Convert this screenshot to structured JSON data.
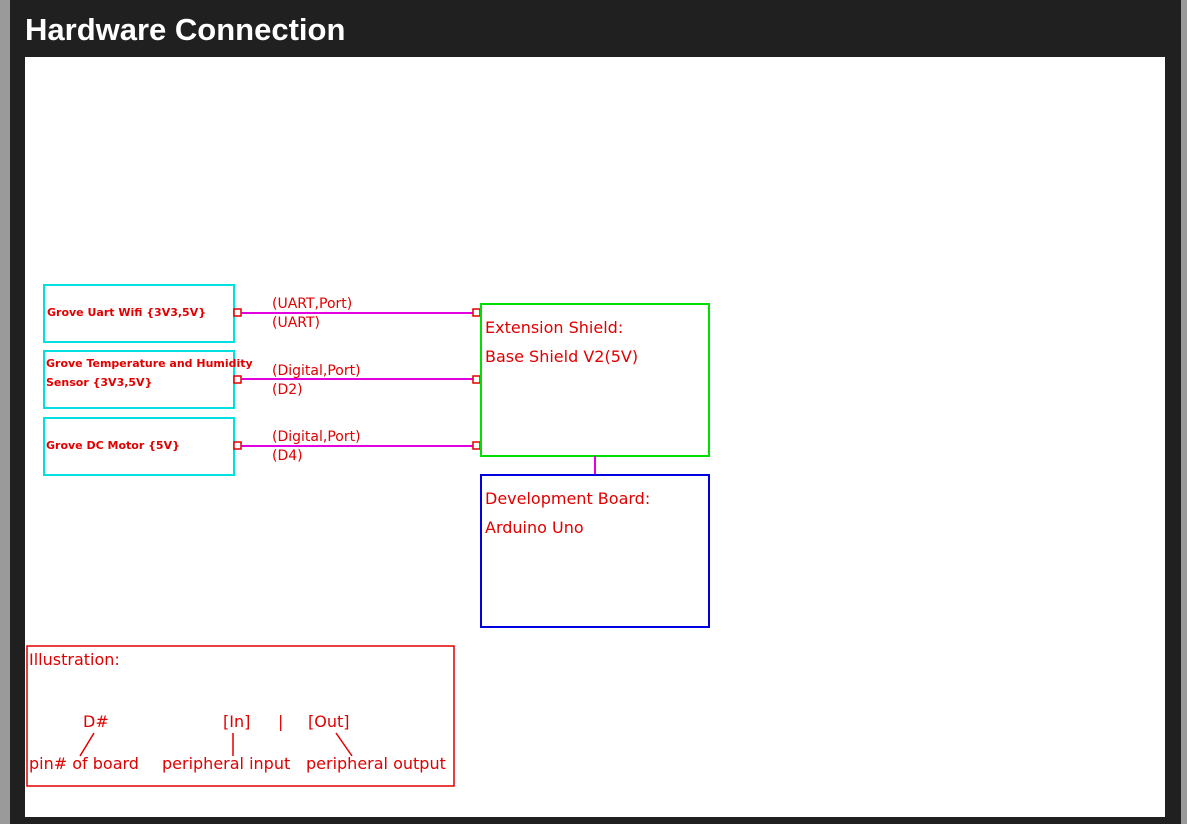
{
  "header": {
    "title": "Hardware Connection"
  },
  "colors": {
    "peripheral_border": "#00e0e0",
    "shield_border": "#00e000",
    "board_border": "#0000e0",
    "wire": "#e000e0",
    "text": "#e00000"
  },
  "diagram": {
    "peripherals": [
      {
        "lines": [
          "Grove Uart Wifi {3V3,5V}"
        ],
        "link_top": "(UART,Port)",
        "link_bottom": "(UART)"
      },
      {
        "lines": [
          "Grove Temperature and Humidity",
          "Sensor {3V3,5V}"
        ],
        "link_top": "(Digital,Port)",
        "link_bottom": "(D2)"
      },
      {
        "lines": [
          "Grove DC Motor {5V}"
        ],
        "link_top": "(Digital,Port)",
        "link_bottom": "(D4)"
      }
    ],
    "shield": {
      "label": "Extension Shield:",
      "name": "Base Shield V2(5V)"
    },
    "board": {
      "label": "Development Board:",
      "name": "Arduino Uno"
    },
    "illustration": {
      "title": "Illustration:",
      "pin_symbol": "D#",
      "in_symbol": "[In]",
      "separator": "|",
      "out_symbol": "[Out]",
      "pin_caption": "pin# of board",
      "in_caption": "peripheral input",
      "out_caption": "peripheral output"
    }
  }
}
